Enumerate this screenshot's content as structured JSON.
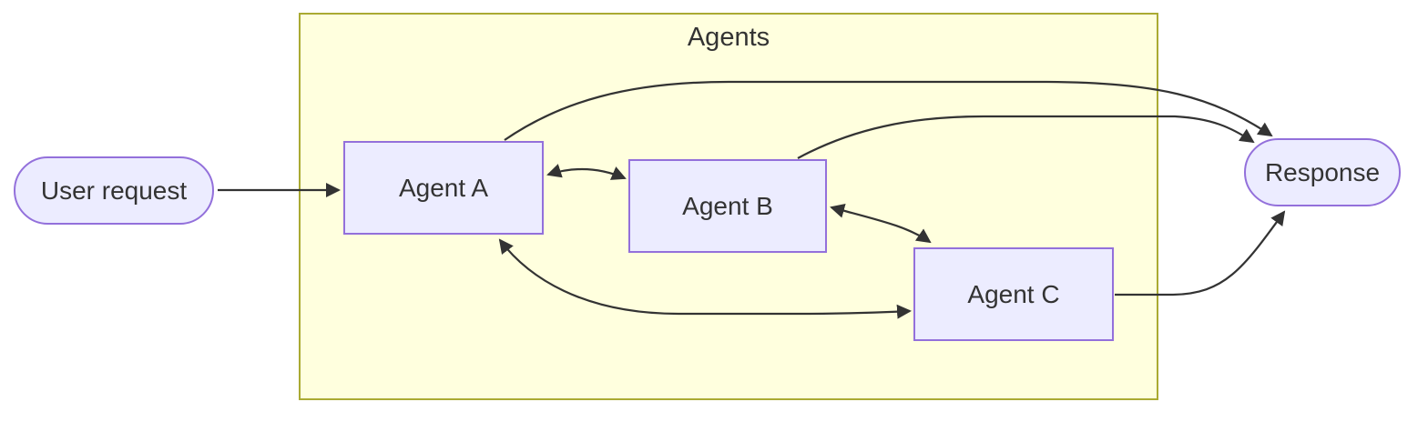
{
  "diagram": {
    "type": "flowchart",
    "direction": "left-to-right",
    "groups": [
      {
        "id": "agents",
        "label": "Agents"
      }
    ],
    "nodes": [
      {
        "id": "user_request",
        "label": "User request",
        "shape": "stadium",
        "group": null
      },
      {
        "id": "agent_a",
        "label": "Agent A",
        "shape": "rectangle",
        "group": "agents"
      },
      {
        "id": "agent_b",
        "label": "Agent B",
        "shape": "rectangle",
        "group": "agents"
      },
      {
        "id": "agent_c",
        "label": "Agent C",
        "shape": "rectangle",
        "group": "agents"
      },
      {
        "id": "response",
        "label": "Response",
        "shape": "stadium",
        "group": null
      }
    ],
    "edges": [
      {
        "from": "user_request",
        "to": "agent_a",
        "direction": "one-way"
      },
      {
        "from": "agent_a",
        "to": "agent_b",
        "direction": "two-way"
      },
      {
        "from": "agent_b",
        "to": "agent_c",
        "direction": "two-way"
      },
      {
        "from": "agent_a",
        "to": "agent_c",
        "direction": "two-way"
      },
      {
        "from": "agent_a",
        "to": "response",
        "direction": "one-way"
      },
      {
        "from": "agent_b",
        "to": "response",
        "direction": "one-way"
      },
      {
        "from": "agent_c",
        "to": "response",
        "direction": "one-way"
      }
    ],
    "colors": {
      "node_fill": "#ECECFF",
      "node_border": "#9370DB",
      "cluster_fill": "#FFFFDE",
      "cluster_border": "#AAAA33",
      "edge_stroke": "#333333",
      "text": "#333333",
      "background": "#FFFFFF"
    }
  }
}
